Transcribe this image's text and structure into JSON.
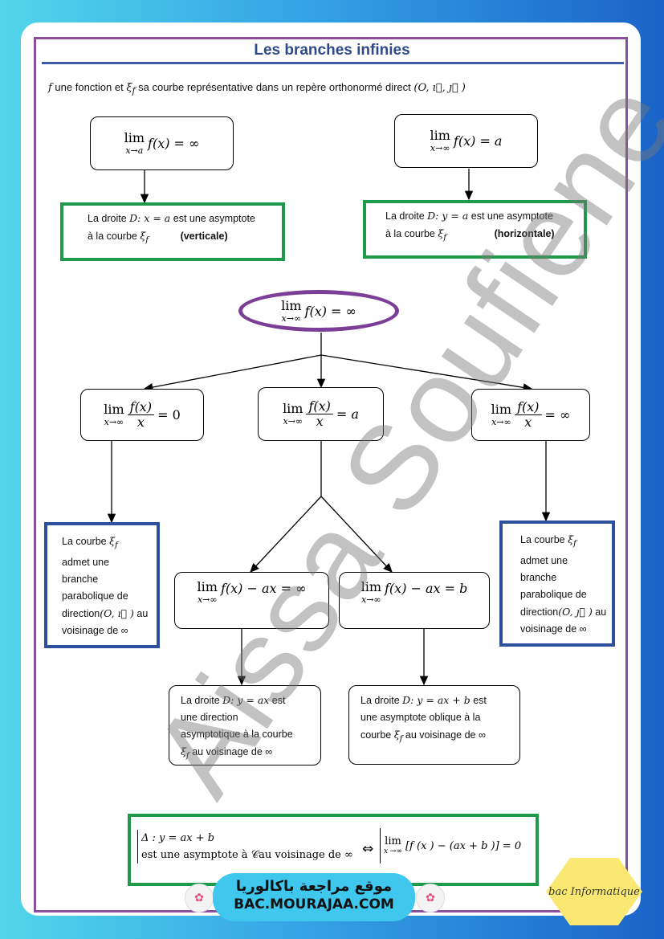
{
  "title": "Les branches infinies",
  "intro": {
    "f": "f",
    "text1": " une fonction et ",
    "xi": "ξ",
    "sub": "f",
    "text2": " sa courbe représentative dans un repère orthonormé direct ",
    "frame": "(O, ı⃗, ȷ⃗ )"
  },
  "top_left_limit": {
    "lim": "lim",
    "under": "x→a",
    "expr": "f(x) = ∞"
  },
  "top_right_limit": {
    "lim": "lim",
    "under": "x→∞",
    "expr": "f(x) = a"
  },
  "vertical_asymptote": {
    "line1a": "La droite ",
    "line1m": "D: x = a",
    "line1b": " est une asymptote",
    "line2a": "à la courbe ",
    "line2m": "ξ",
    "line2sub": "f",
    "qualifier": "(verticale)"
  },
  "horizontal_asymptote": {
    "line1a": "La droite ",
    "line1m": "D: y = a",
    "line1b": " est une asymptote",
    "line2a": "à la courbe ",
    "line2m": "ξ",
    "line2sub": "f",
    "qualifier": "(horizontale)"
  },
  "center_limit": {
    "lim": "lim",
    "under": "x→∞",
    "expr": "f(x) = ∞"
  },
  "ratio_zero": {
    "lim": "lim",
    "under": "x→∞",
    "num": "f(x)",
    "den": "x",
    "rhs": "= 0"
  },
  "ratio_a": {
    "lim": "lim",
    "under": "x→∞",
    "num": "f(x)",
    "den": "x",
    "rhs": "= a"
  },
  "ratio_inf": {
    "lim": "lim",
    "under": "x→∞",
    "num": "f(x)",
    "den": "x",
    "rhs": "= ∞"
  },
  "parabolic_i": {
    "l1": "La courbe ",
    "xi": "ξ",
    "sub": "f",
    "l2": "admet une",
    "l3": "branche",
    "l4": "parabolique de",
    "l5a": "direction",
    "l5m": "(O, ı⃗ )",
    "l5b": " au",
    "l6": "voisinage de ∞"
  },
  "parabolic_j": {
    "l1": "La courbe ",
    "xi": "ξ",
    "sub": "f",
    "l2": "admet une",
    "l3": "branche",
    "l4": "parabolique de",
    "l5a": "direction",
    "l5m": "(O, ȷ⃗ )",
    "l5b": " au",
    "l6": "voisinage de ∞"
  },
  "diff_inf": {
    "lim": "lim",
    "under": "x→∞",
    "expr": "f(x) − ax = ∞"
  },
  "diff_b": {
    "lim": "lim",
    "under": "x→∞",
    "expr": "f(x) − ax = b"
  },
  "asymptotic_direction": {
    "l1a": "La droite ",
    "l1m": "D: y = ax",
    "l1b": " est",
    "l2": "une direction",
    "l3": "asymptotique  à la courbe",
    "l4m": "ξ",
    "l4sub": "f",
    "l4b": " au voisinage de ∞"
  },
  "oblique_asymptote": {
    "l1a": "La droite ",
    "l1m": "D: y = ax + b",
    "l1b": " est",
    "l2": "une asymptote oblique  à la",
    "l3a": "courbe ",
    "l3m": "ξ",
    "l3sub": "f",
    "l3b": " au voisinage de ∞"
  },
  "equivalence": {
    "delta": "Δ : y  = ax  + b",
    "line2": "est une asymptote à 𝒞au  voisinage de ∞",
    "iff": "⇔",
    "lim": "lim",
    "under": "x →∞",
    "expr": "[f  (x ) − (ax  + b )] = 0"
  },
  "watermark": "Aissa Soufiene",
  "footer": {
    "arabic": "موقع مراجعة  باكالوريا",
    "url": "BAC.MOURAJAA.COM"
  },
  "logo_text": "bac Informatique"
}
